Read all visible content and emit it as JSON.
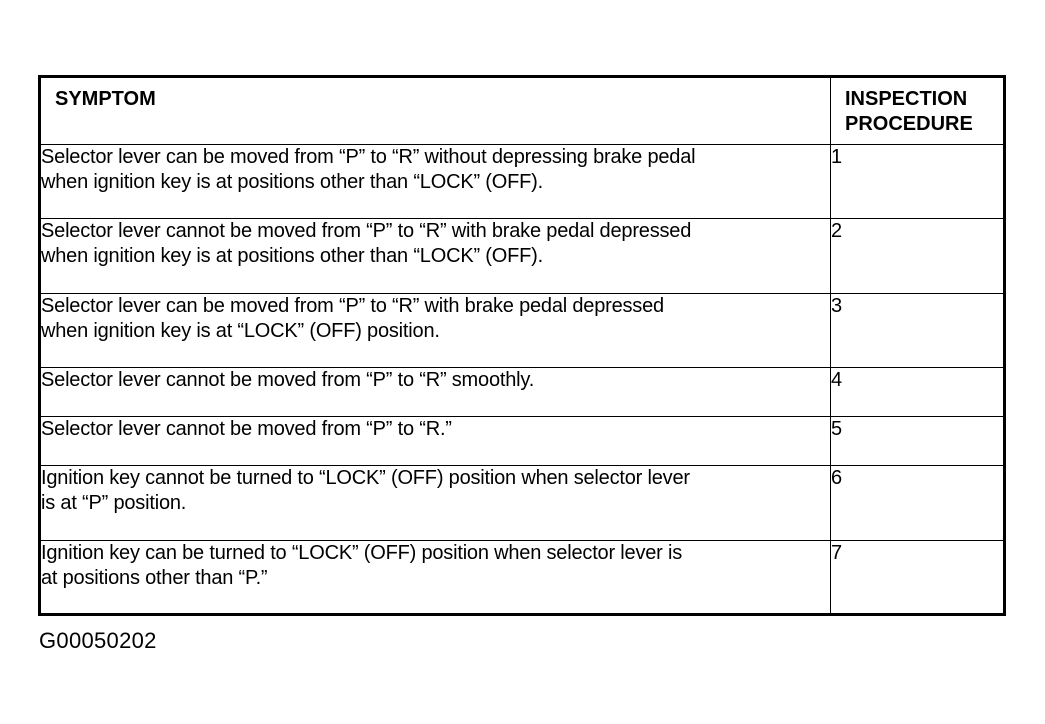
{
  "table": {
    "headers": {
      "symptom": "SYMPTOM",
      "procedure": "INSPECTION\nPROCEDURE"
    },
    "rows": [
      {
        "symptom": "Selector lever can be moved from “P” to “R” without depressing brake pedal\nwhen ignition key is at positions other than “LOCK” (OFF).",
        "procedure": "1"
      },
      {
        "symptom": "Selector lever cannot be moved from “P” to “R” with brake pedal depressed\nwhen ignition key is at positions other than “LOCK” (OFF).",
        "procedure": "2"
      },
      {
        "symptom": "Selector lever can be moved from “P” to “R” with brake pedal depressed\nwhen ignition key is at “LOCK” (OFF) position.",
        "procedure": "3"
      },
      {
        "symptom": "Selector lever cannot be moved from “P” to “R” smoothly.",
        "procedure": "4"
      },
      {
        "symptom": "Selector lever cannot be moved from “P” to “R.”",
        "procedure": "5"
      },
      {
        "symptom": "Ignition key cannot be turned to “LOCK” (OFF) position when selector lever\nis at “P” position.",
        "procedure": "6"
      },
      {
        "symptom": "Ignition key can be turned to “LOCK” (OFF) position when selector lever is\nat positions other than “P.”",
        "procedure": "7"
      }
    ]
  },
  "figure_id": "G00050202"
}
